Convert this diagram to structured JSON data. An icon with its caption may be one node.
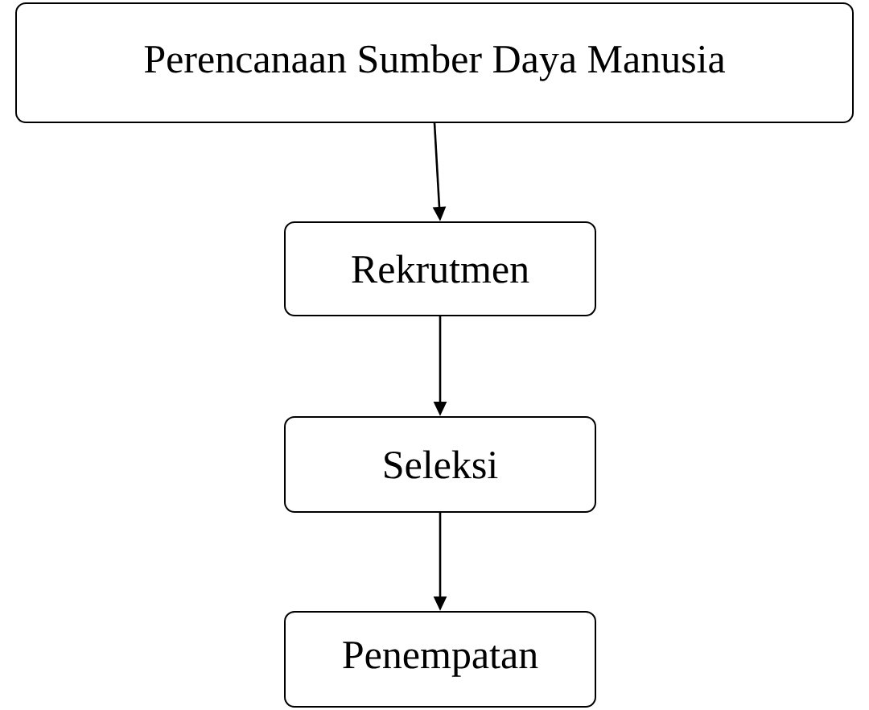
{
  "diagram": {
    "nodes": [
      {
        "text": [
          "Perencanaan Sumber Daya Manusia"
        ]
      },
      {
        "text": [
          "Rekrutmen"
        ]
      },
      {
        "text": [
          "Seleksi"
        ]
      },
      {
        "text": [
          "Penempatan"
        ]
      }
    ],
    "edges": [
      {
        "from": 0,
        "to": 1,
        "arrow": "to"
      },
      {
        "from": 1,
        "to": 2,
        "arrow": "to"
      },
      {
        "from": 2,
        "to": 3,
        "arrow": "to"
      }
    ]
  }
}
